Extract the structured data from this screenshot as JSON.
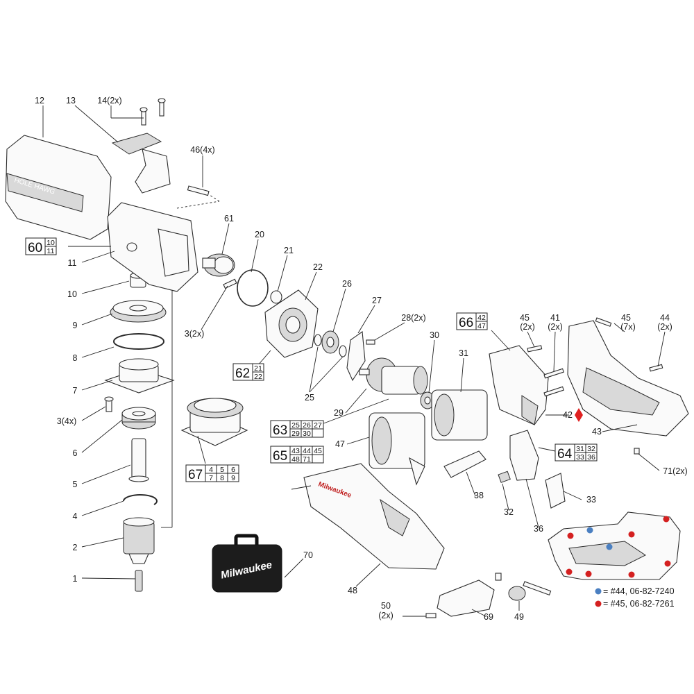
{
  "callouts": {
    "p1": "1",
    "p2": "2",
    "p3x4": "3(4x)",
    "p3x2": "3(2x)",
    "p4": "4",
    "p5": "5",
    "p6": "6",
    "p7": "7",
    "p8": "8",
    "p9": "9",
    "p10": "10",
    "p11": "11",
    "p12": "12",
    "p13": "13",
    "p14": "14(2x)",
    "p20": "20",
    "p21": "21",
    "p22": "22",
    "p25": "25",
    "p26": "26",
    "p27": "27",
    "p28": "28(2x)",
    "p29": "29",
    "p30": "30",
    "p31": "31",
    "p32": "32",
    "p33": "33",
    "p36": "36",
    "p38": "38",
    "p41a": "41",
    "p41b": "(2x)",
    "p42": "42",
    "p43": "43",
    "p44a": "44",
    "p44b": "(2x)",
    "p45a": "45",
    "p45b": "(2x)",
    "p45c": "45",
    "p45d": "(7x)",
    "p46": "46(4x)",
    "p47": "47",
    "p48": "48",
    "p49": "49",
    "p50a": "50",
    "p50b": "(2x)",
    "p61": "61",
    "p69": "69",
    "p70": "70",
    "p71": "71(2x)"
  },
  "groups": {
    "g60": {
      "num": "60",
      "subs": [
        "10",
        "11"
      ]
    },
    "g62": {
      "num": "62",
      "subs": [
        "21",
        "22"
      ]
    },
    "g63": {
      "num": "63",
      "subs": [
        "25",
        "26",
        "27",
        "29",
        "30"
      ]
    },
    "g64": {
      "num": "64",
      "subs": [
        "31",
        "32",
        "33",
        "36"
      ]
    },
    "g65": {
      "num": "65",
      "subs": [
        "43",
        "44",
        "45",
        "48",
        "71"
      ]
    },
    "g66": {
      "num": "66",
      "subs": [
        "42",
        "47"
      ]
    },
    "g67": {
      "num": "67",
      "subs": [
        "4",
        "5",
        "6",
        "7",
        "8",
        "9"
      ]
    }
  },
  "imprints": {
    "housing_text": "HOLE HAWG",
    "brand": "Milwaukee",
    "case_logo": "Milwaukee"
  },
  "legend": {
    "blue": "= #44, 06-82-7240",
    "red": "= #45, 06-82-7261"
  },
  "colors": {
    "blue_dot": "#4a7fc1",
    "red_dot": "#d42020",
    "diamond": "#e02020"
  }
}
